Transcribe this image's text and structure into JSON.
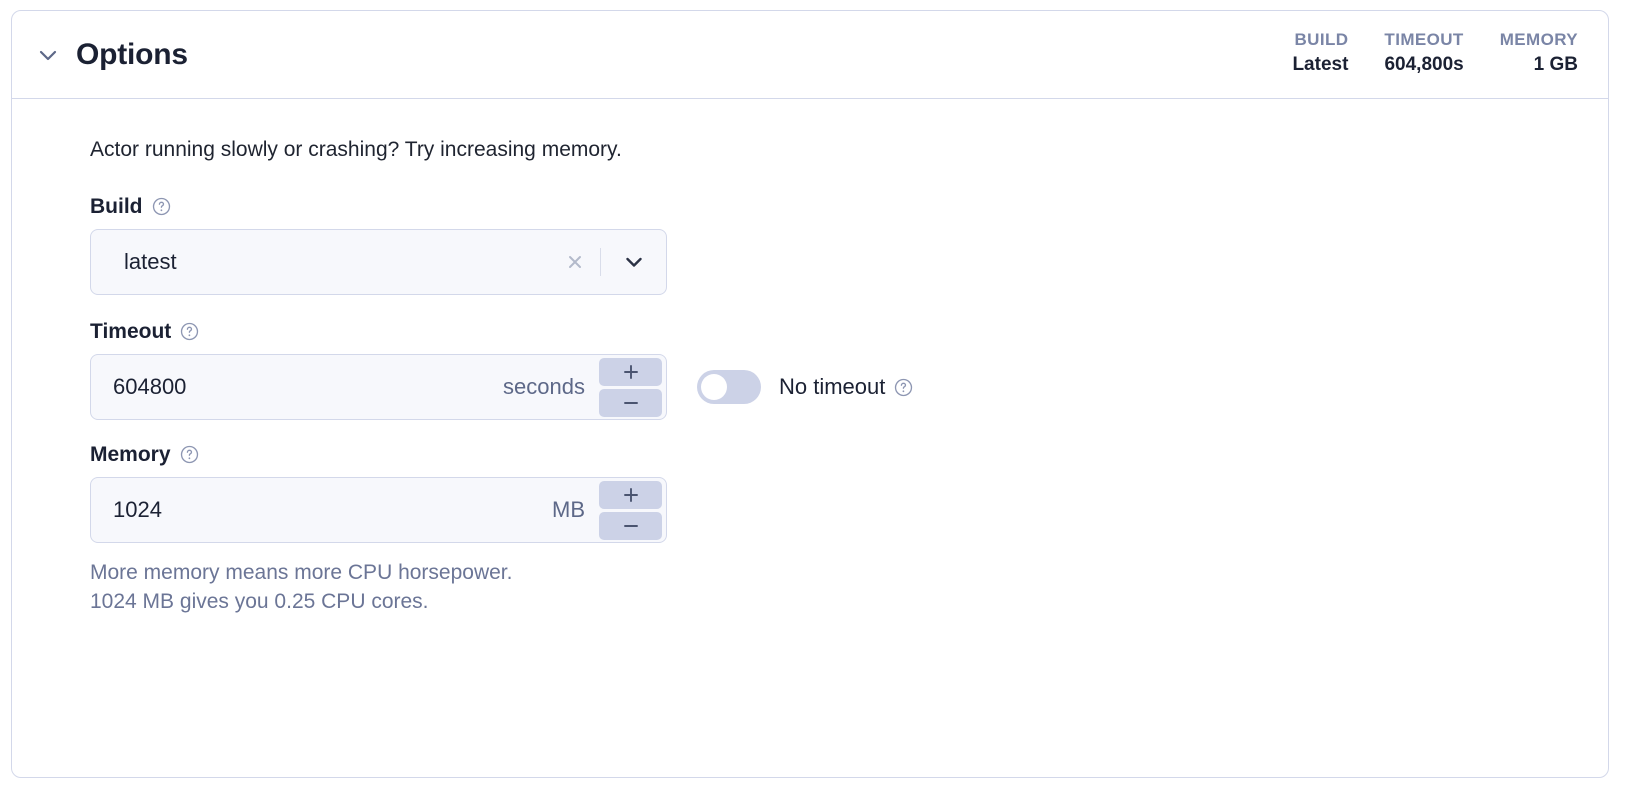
{
  "card": {
    "title": "Options",
    "collapse_icon": "chevron-down-icon",
    "stats": [
      {
        "label": "BUILD",
        "value": "Latest"
      },
      {
        "label": "TIMEOUT",
        "value": "604,800s"
      },
      {
        "label": "MEMORY",
        "value": "1 GB"
      }
    ]
  },
  "body": {
    "intro": "Actor running slowly or crashing? Try increasing memory.",
    "build": {
      "label": "Build",
      "help_icon": "help-circle-icon",
      "value": "latest",
      "clear_icon": "close-icon",
      "dropdown_icon": "chevron-down-icon"
    },
    "timeout": {
      "label": "Timeout",
      "help_icon": "help-circle-icon",
      "value": "604800",
      "unit": "seconds",
      "increment_icon": "plus-icon",
      "decrement_icon": "minus-icon",
      "no_timeout_label": "No timeout",
      "no_timeout_help_icon": "help-circle-icon",
      "no_timeout_enabled": false
    },
    "memory": {
      "label": "Memory",
      "help_icon": "help-circle-icon",
      "value": "1024",
      "unit": "MB",
      "increment_icon": "plus-icon",
      "decrement_icon": "minus-icon",
      "hint_line_1": "More memory means more CPU horsepower.",
      "hint_line_2": "1024 MB gives you 0.25 CPU cores."
    }
  },
  "colors": {
    "border": "#d3d8ea",
    "input_bg": "#f7f8fc",
    "stepper_bg": "#ccd2e7",
    "muted_text": "#6b7596",
    "label_text": "#7a85a6"
  }
}
